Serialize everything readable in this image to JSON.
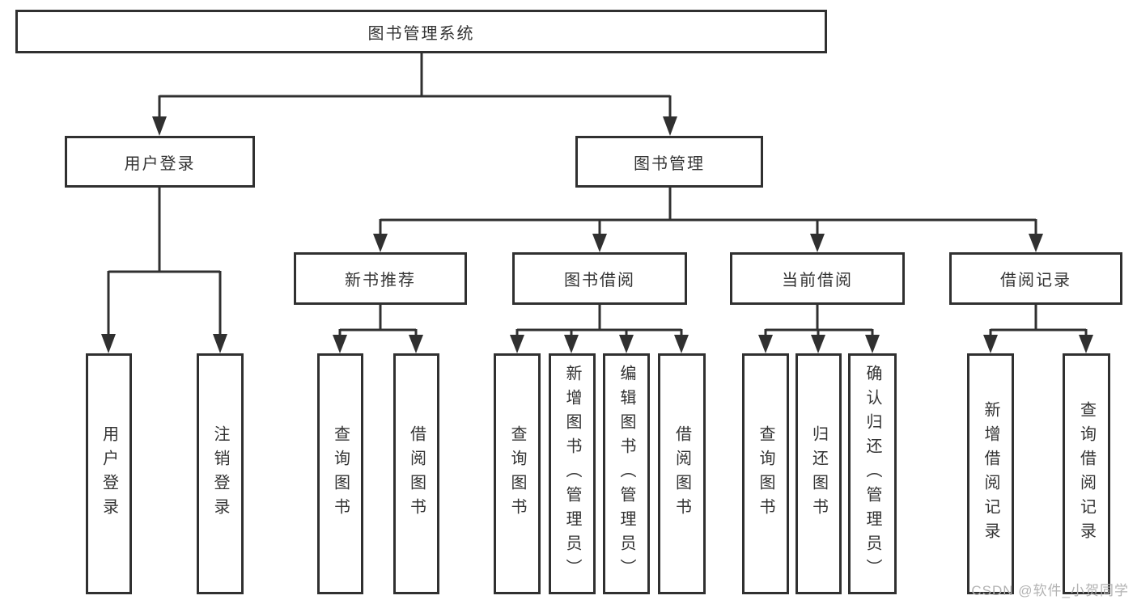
{
  "root": {
    "label": "图书管理系统"
  },
  "user_login": {
    "label": "用户登录",
    "children": [
      {
        "label": "用户登录"
      },
      {
        "label": "注销登录"
      }
    ]
  },
  "book_mgmt": {
    "label": "图书管理",
    "sections": [
      {
        "label": "新书推荐",
        "children": [
          {
            "label": "查询图书"
          },
          {
            "label": "借阅图书"
          }
        ]
      },
      {
        "label": "图书借阅",
        "children": [
          {
            "label": "查询图书"
          },
          {
            "label": "新增图书（管理员）"
          },
          {
            "label": "编辑图书（管理员）"
          },
          {
            "label": "借阅图书"
          }
        ]
      },
      {
        "label": "当前借阅",
        "children": [
          {
            "label": "查询图书"
          },
          {
            "label": "归还图书"
          },
          {
            "label": "确认归还（管理员）"
          }
        ]
      },
      {
        "label": "借阅记录",
        "children": [
          {
            "label": "新增借阅记录"
          },
          {
            "label": "查询借阅记录"
          }
        ]
      }
    ]
  },
  "watermark": {
    "text": "CSDN @软件_小贺同学"
  },
  "colors": {
    "line": "#303030",
    "text": "#333333",
    "watermark": "#b3b3b3",
    "background": "#ffffff"
  }
}
